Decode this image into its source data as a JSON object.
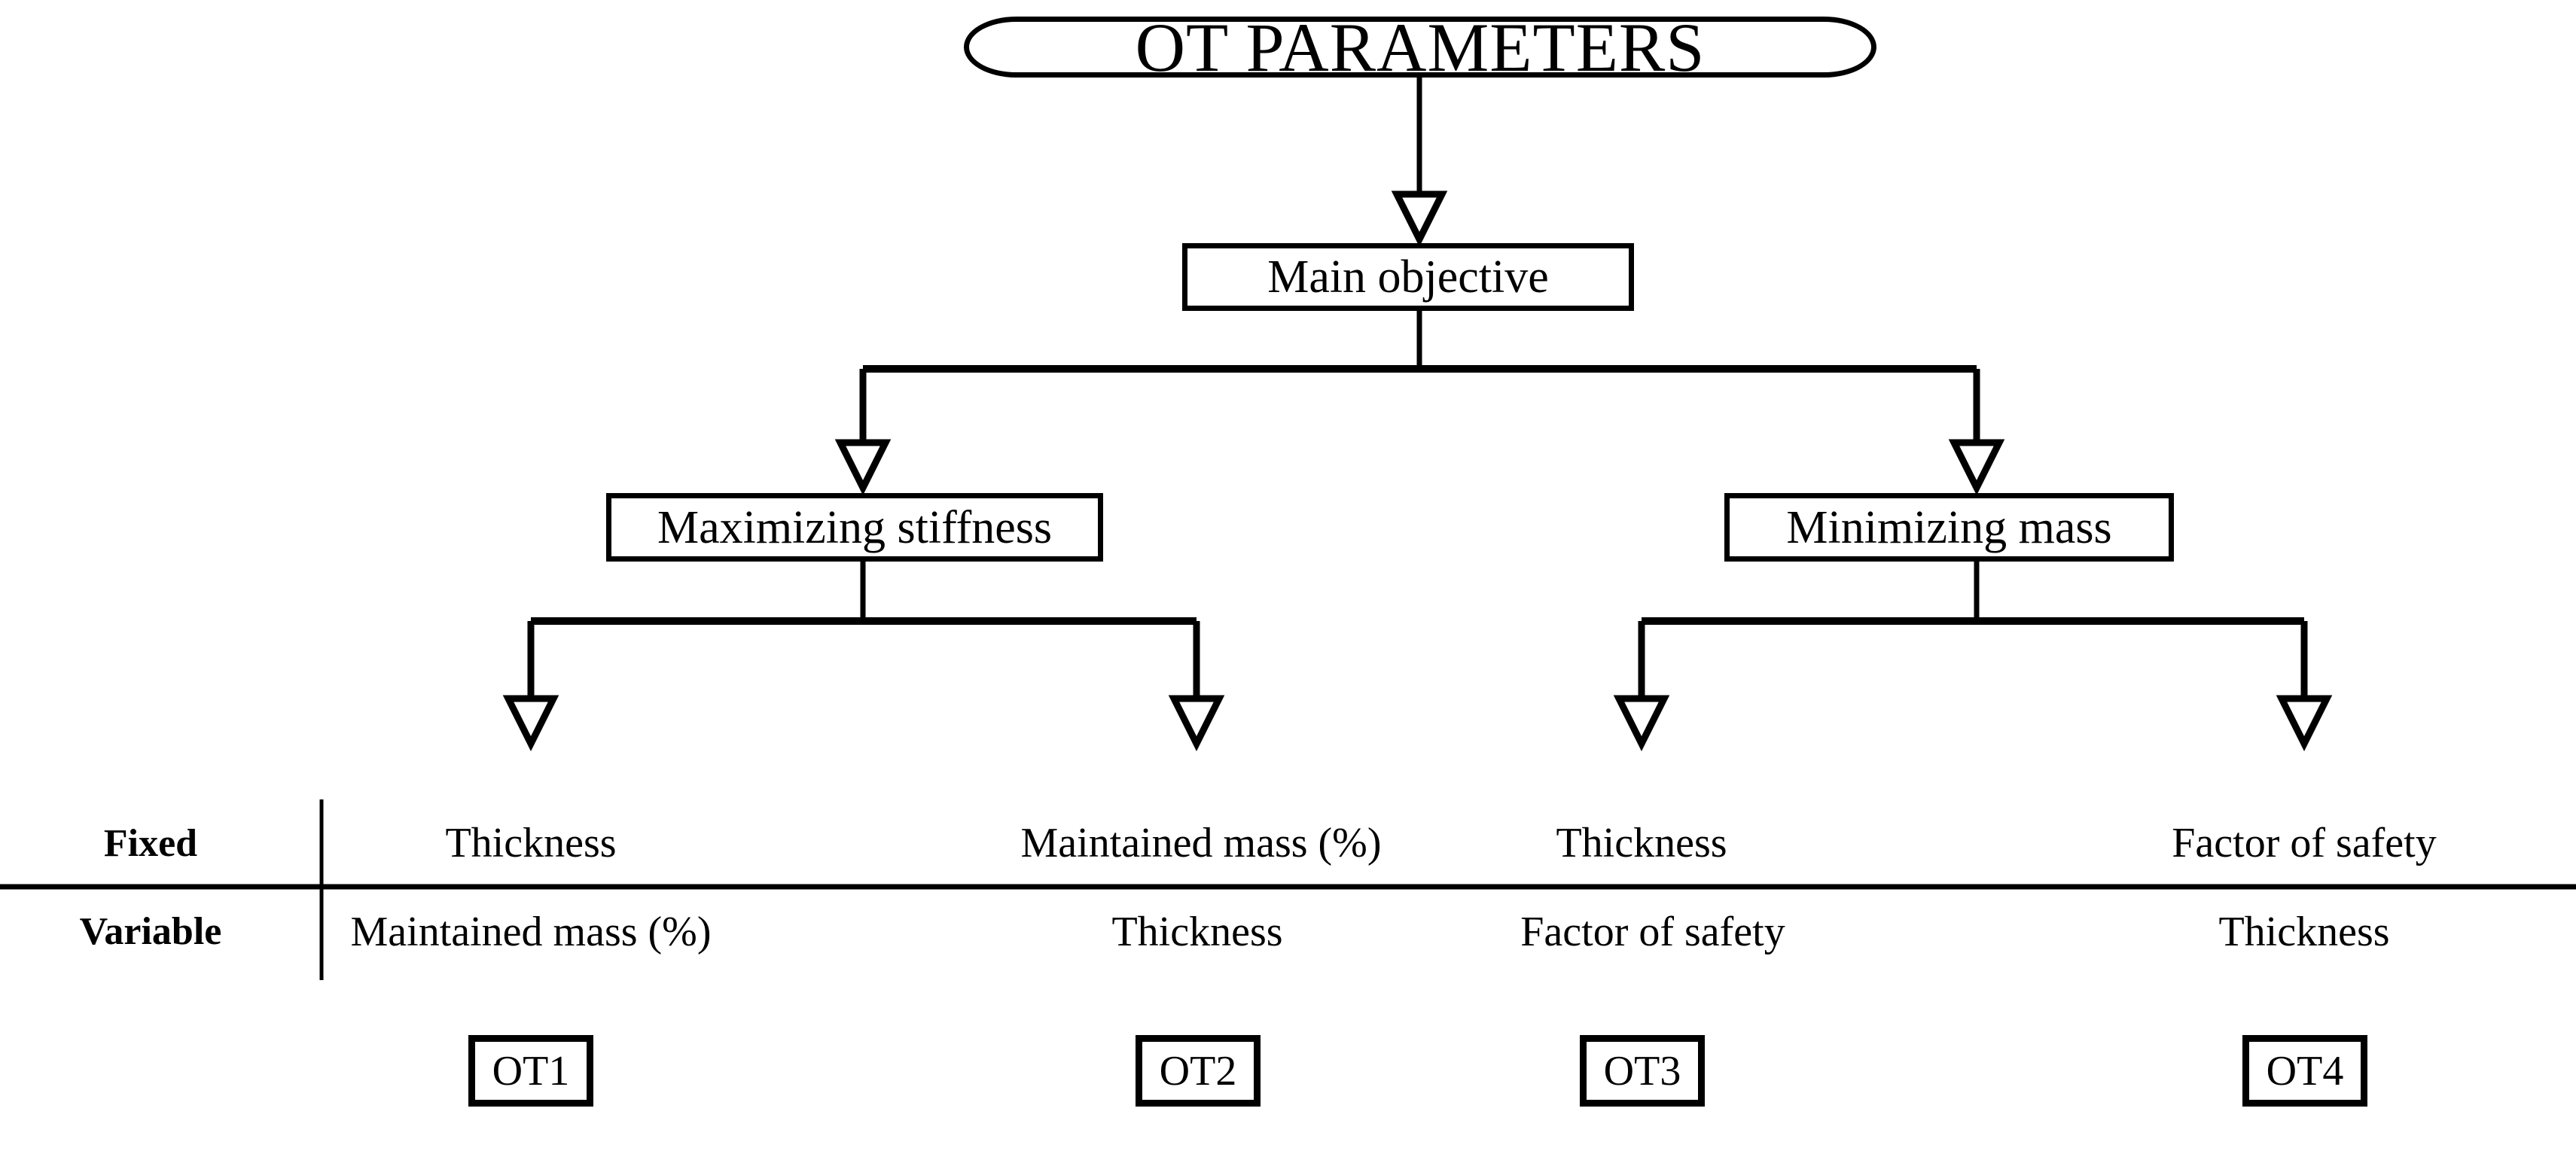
{
  "diagram": {
    "root": {
      "label": "OT PARAMETERS"
    },
    "level1": {
      "label": "Main objective"
    },
    "level2": [
      {
        "label": "Maximizing stiffness"
      },
      {
        "label": "Minimizing mass"
      }
    ],
    "table": {
      "row_labels": {
        "fixed": "Fixed",
        "variable": "Variable"
      },
      "columns": [
        {
          "fixed": "Thickness",
          "variable": "Maintained mass (%)",
          "case": "OT1"
        },
        {
          "fixed": "Maintained mass (%)",
          "variable": "Thickness",
          "case": "OT2"
        },
        {
          "fixed": "Thickness",
          "variable": "Factor of safety",
          "case": "OT3"
        },
        {
          "fixed": "Factor of safety",
          "variable": "Thickness",
          "case": "OT4"
        }
      ]
    },
    "colors": {
      "stroke": "#000000",
      "background": "#ffffff",
      "text": "#000000"
    }
  }
}
